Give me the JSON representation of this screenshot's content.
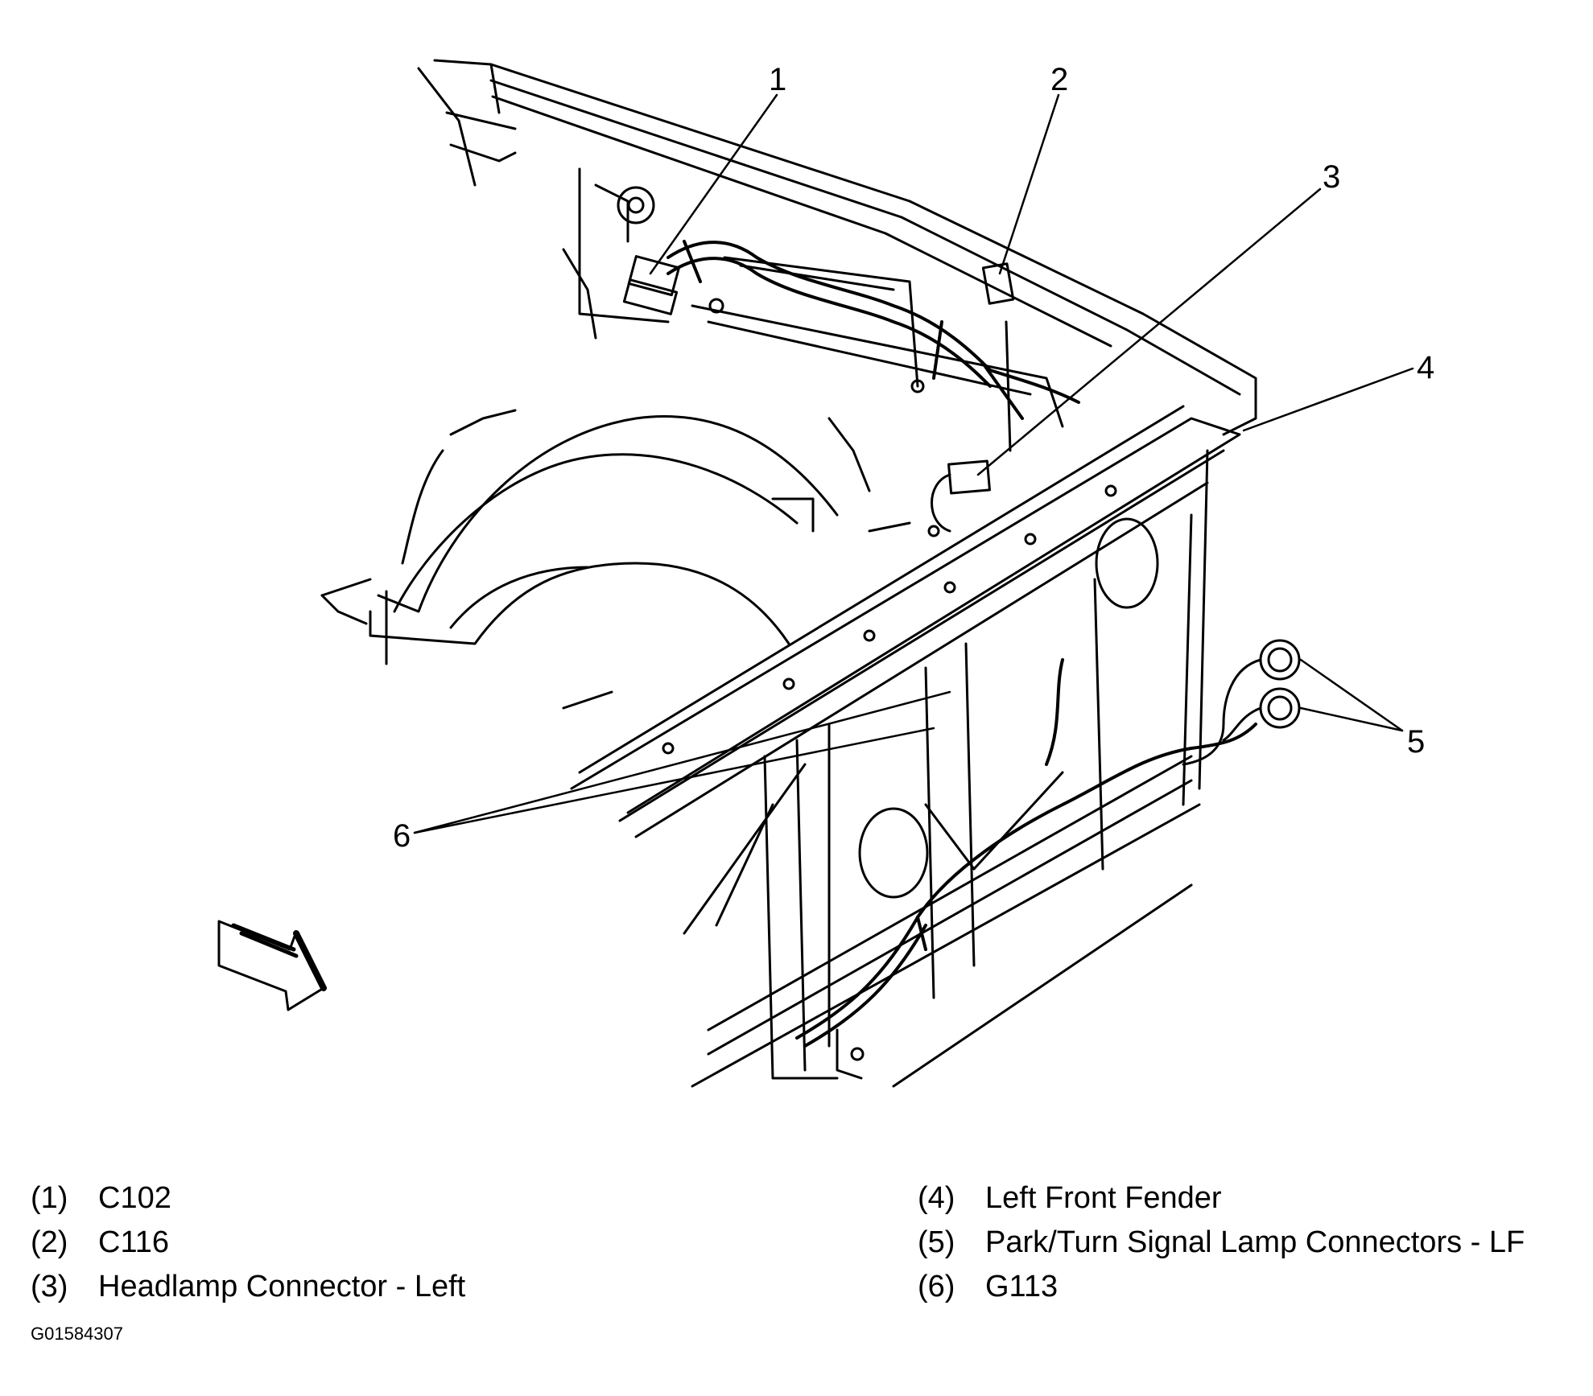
{
  "callouts": [
    "1",
    "2",
    "3",
    "4",
    "5",
    "6"
  ],
  "legend": [
    {
      "num": "(1)",
      "label": "C102"
    },
    {
      "num": "(2)",
      "label": "C116"
    },
    {
      "num": "(3)",
      "label": "Headlamp Connector - Left"
    },
    {
      "num": "(4)",
      "label": "Left Front Fender"
    },
    {
      "num": "(5)",
      "label": "Park/Turn Signal Lamp Connectors - LF"
    },
    {
      "num": "(6)",
      "label": "G113"
    }
  ],
  "figure_code": "G01584307"
}
